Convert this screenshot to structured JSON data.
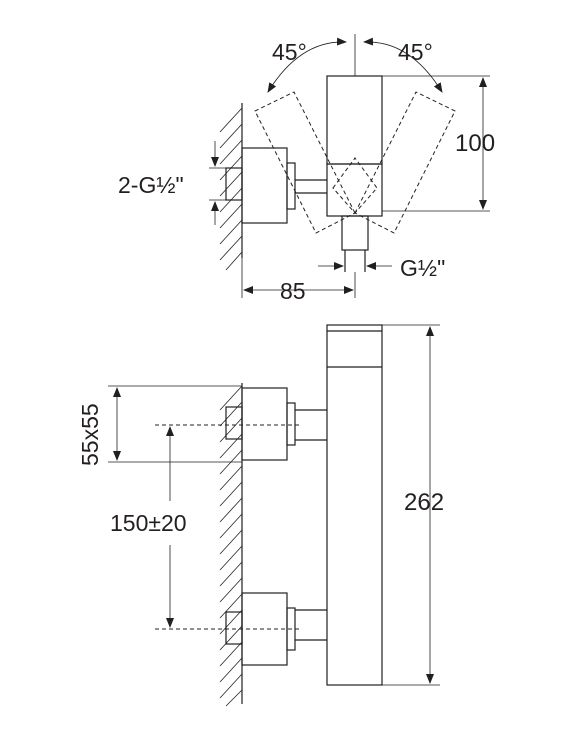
{
  "labels": {
    "angle_left": "45°",
    "angle_right": "45°",
    "height_top": "100",
    "inlet_thread": "2-G½\"",
    "outlet_thread": "G½\"",
    "projection": "85",
    "flange_size": "55x55",
    "centre_distance": "150±20",
    "overall_height": "262"
  }
}
